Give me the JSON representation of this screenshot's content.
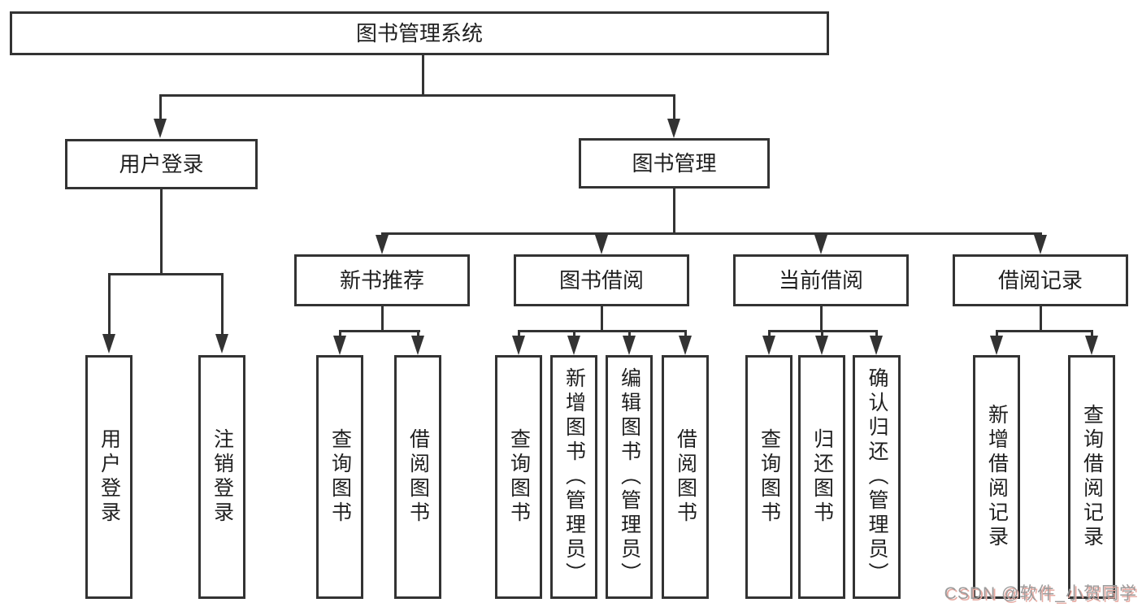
{
  "diagram": {
    "root": {
      "label": "图书管理系统"
    },
    "level2": [
      {
        "label": "用户登录"
      },
      {
        "label": "图书管理"
      }
    ],
    "level3": [
      {
        "label": "新书推荐"
      },
      {
        "label": "图书借阅"
      },
      {
        "label": "当前借阅"
      },
      {
        "label": "借阅记录"
      }
    ],
    "leaves": {
      "user_login": [
        "用户登录",
        "注销登录"
      ],
      "new_book": [
        "查询图书",
        "借阅图书"
      ],
      "book_borrow": [
        "查询图书",
        "新增图书（管理员）",
        "编辑图书（管理员）",
        "借阅图书"
      ],
      "current_borrow": [
        "查询图书",
        "归还图书",
        "确认归还（管理员）"
      ],
      "borrow_records": [
        "新增借阅记录",
        "查询借阅记录"
      ]
    }
  },
  "watermark": {
    "text": "CSDN @软件_小贺同学"
  },
  "colors": {
    "line": "#333333",
    "text": "#1f1f1f",
    "background": "#ffffff",
    "watermark_text": "#9b9b9b",
    "watermark_shadow": "#e7aba3"
  }
}
